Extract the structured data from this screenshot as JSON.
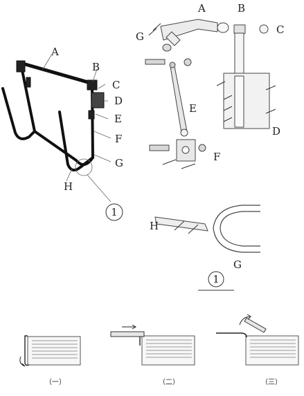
{
  "assembled_labels": {
    "a": "A",
    "b": "B",
    "c": "C",
    "d": "D",
    "e": "E",
    "f": "F",
    "g": "G",
    "h": "H",
    "detail_marker": "1"
  },
  "exploded_labels": {
    "a": "A",
    "b": "B",
    "c": "C",
    "d": "D",
    "e": "E",
    "f": "F",
    "g": "G"
  },
  "detail_labels": {
    "h": "H",
    "g": "G",
    "marker": "1"
  },
  "steps": [
    {
      "caption": "（一）"
    },
    {
      "caption": "（二）"
    },
    {
      "caption": "（三）"
    }
  ]
}
